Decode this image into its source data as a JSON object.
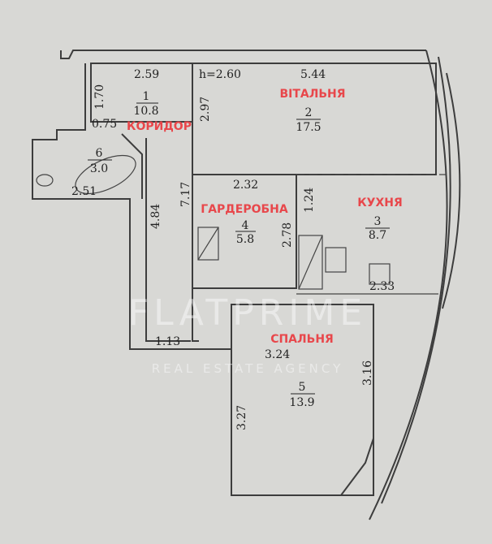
{
  "ceiling_height": "h=2.60",
  "rooms": [
    {
      "number": "1",
      "area": "10.8",
      "name": "КОРИДОР"
    },
    {
      "number": "2",
      "area": "17.5",
      "name": "ВІТАЛЬНЯ"
    },
    {
      "number": "3",
      "area": "8.7",
      "name": "КУХНЯ"
    },
    {
      "number": "4",
      "area": "5.8",
      "name": "ГАРДЕРОБНА"
    },
    {
      "number": "5",
      "area": "13.9",
      "name": "СПАЛЬНЯ"
    },
    {
      "number": "6",
      "area": "3.0",
      "name": ""
    }
  ],
  "dimensions": {
    "corridor_width": "2.59",
    "corridor_side": "1.70",
    "corridor_niche": "0.75",
    "living_width": "5.44",
    "living_depth": "2.97",
    "corridor_length": "7.17",
    "corridor_lower": "4.84",
    "bath_width": "2.51",
    "wardrobe_width": "2.32",
    "wardrobe_depth": "2.78",
    "kitchen_side": "1.24",
    "kitchen_width": "2.33",
    "passage": "1.13",
    "bedroom_width": "3.24",
    "bedroom_right": "3.16",
    "bedroom_left": "3.27"
  },
  "watermark": {
    "brand": "FLATPRIME",
    "tagline": "REAL ESTATE AGENCY"
  }
}
